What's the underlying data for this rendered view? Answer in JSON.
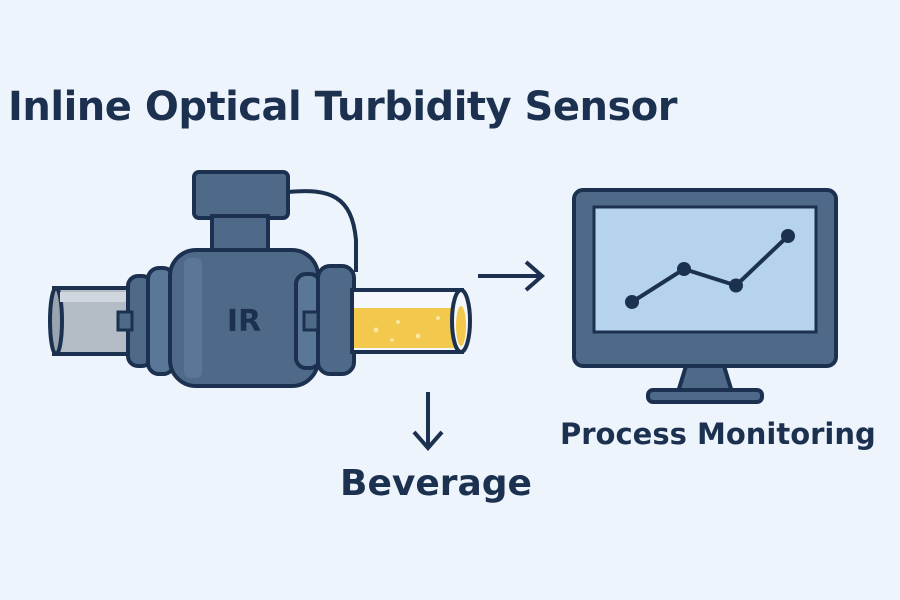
{
  "title": "Inline Optical Turbidity Sensor",
  "sensor": {
    "label": "IR"
  },
  "labels": {
    "beverage": "Beverage",
    "process_monitoring": "Process Monitoring"
  },
  "colors": {
    "background": "#eef4fb",
    "outline": "#1c3150",
    "sensor_body": "#4e6a88",
    "pipe_gray": "#b4bcc6",
    "beverage_fill": "#f2c94c",
    "screen_fill": "#b5d3ec",
    "monitor_frame": "#4e6a88"
  },
  "trend_points": [
    1,
    2,
    1.5,
    3
  ]
}
